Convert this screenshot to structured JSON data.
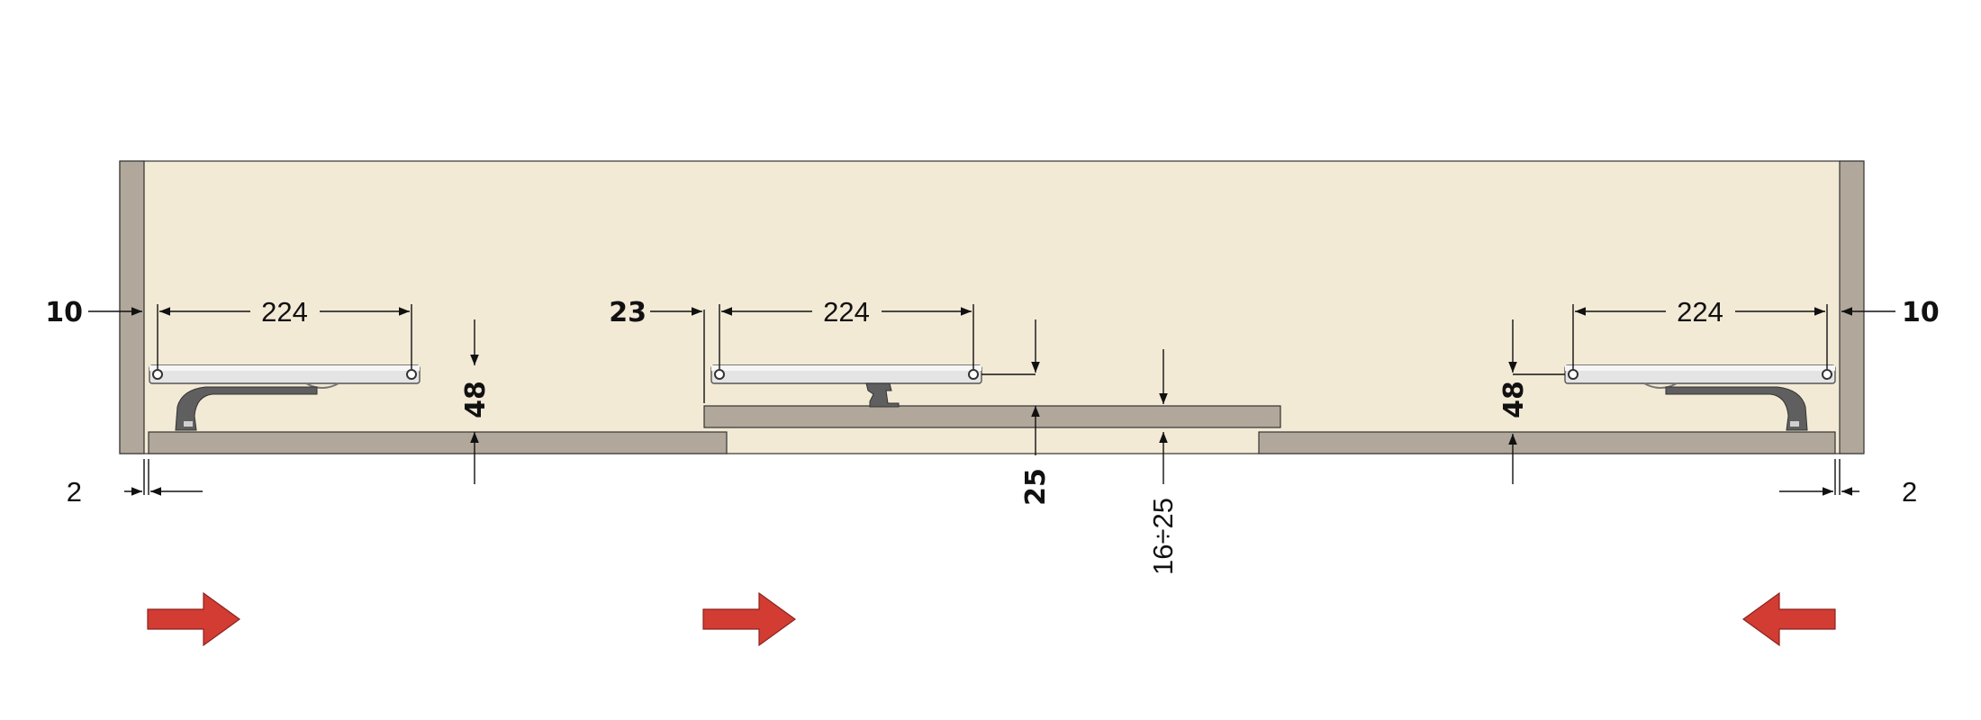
{
  "colors": {
    "cabinet_fill": "#f3ead6",
    "side_panel": "#b1a89b",
    "door_panel": "#b1a89b",
    "rail_fill": "#e4e4e4",
    "bracket": "#5f5f5f",
    "arrow_red": "#d23c33",
    "dimension_line": "#111111"
  },
  "dimensions": {
    "side_left": "10",
    "side_right": "10",
    "gap_left": "2",
    "gap_right": "2",
    "hole_spacing_left": "224",
    "hole_spacing_center": "224",
    "hole_spacing_right": "224",
    "height_left": "48",
    "height_right": "48",
    "offset_center": "23",
    "door_offset": "25",
    "thickness_range": "16÷25"
  },
  "arrows": [
    {
      "direction": "right"
    },
    {
      "direction": "right"
    },
    {
      "direction": "left"
    }
  ]
}
